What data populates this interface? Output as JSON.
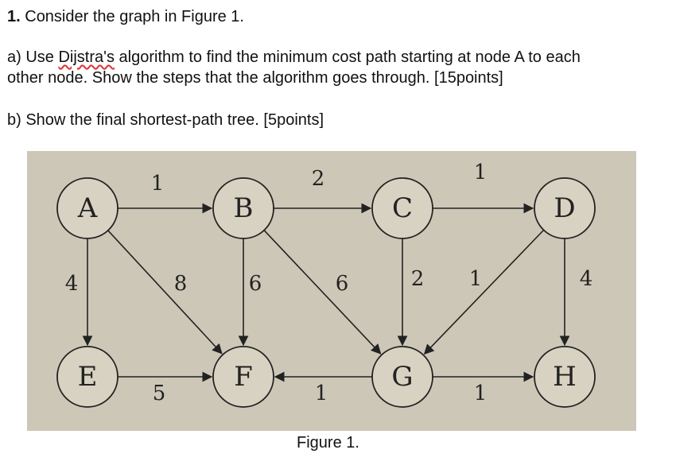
{
  "question": {
    "number": "1.",
    "intro": " Consider the graph in Figure 1.",
    "part_a_prefix": "a) Use ",
    "part_a_word": "Dijstra's",
    "part_a_rest": " algorithm to find the minimum cost path starting at node A to each",
    "part_a_line2": "other node. Show the steps that the algorithm goes through. [15points]",
    "part_b": "b) Show the final shortest-path tree. [5points]"
  },
  "figure": {
    "caption": "Figure 1.",
    "background_color": "#cdc7b7",
    "nodes": [
      "A",
      "B",
      "C",
      "D",
      "E",
      "F",
      "G",
      "H"
    ],
    "edges": [
      {
        "from": "A",
        "to": "B",
        "weight": "1"
      },
      {
        "from": "B",
        "to": "C",
        "weight": "2"
      },
      {
        "from": "C",
        "to": "D",
        "weight": "1"
      },
      {
        "from": "A",
        "to": "E",
        "weight": "4"
      },
      {
        "from": "A",
        "to": "F",
        "weight": "8"
      },
      {
        "from": "B",
        "to": "F",
        "weight": "6"
      },
      {
        "from": "B",
        "to": "G",
        "weight": "6"
      },
      {
        "from": "C",
        "to": "G",
        "weight": "2"
      },
      {
        "from": "D",
        "to": "G",
        "weight": "1"
      },
      {
        "from": "D",
        "to": "H",
        "weight": "4"
      },
      {
        "from": "E",
        "to": "F",
        "weight": "5"
      },
      {
        "from": "G",
        "to": "F",
        "weight": "1"
      },
      {
        "from": "G",
        "to": "H",
        "weight": "1"
      }
    ]
  }
}
